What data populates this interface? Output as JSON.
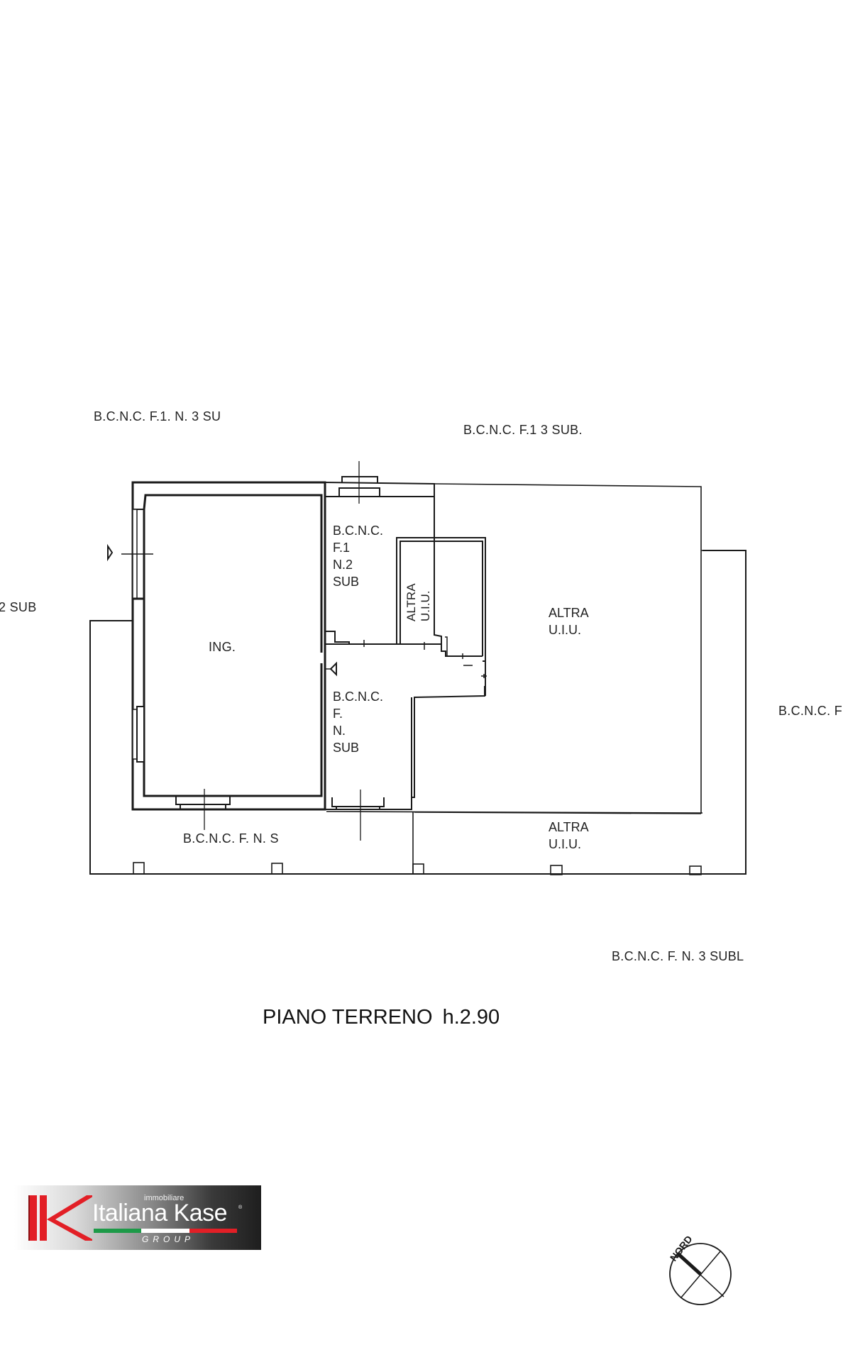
{
  "plan": {
    "title": "PIANO TERRENO",
    "height_label": "h.2.90",
    "rooms": {
      "main": "ING.",
      "bcnc_upper": [
        "B.C.N.C.",
        "F.1",
        "N.2",
        "SUB"
      ],
      "bcnc_lower": [
        "B.C.N.C.",
        "F.",
        "N.",
        "SUB"
      ],
      "altra_small": [
        "ALTRA",
        "U.I.U."
      ],
      "altra_large": [
        "ALTRA",
        "U.I.U."
      ],
      "altra_bottom": [
        "ALTRA",
        "U.I.U."
      ]
    },
    "exterior_labels": {
      "top_left": "B.C.N.C. F.1.  N.   3 SU",
      "top_right": "B.C.N.C. F.1       3 SUB.",
      "left": "2   SUB",
      "right": "B.C.N.C. F",
      "bottom_inner": "B.C.N.C. F.     N.    S",
      "bottom_right": "B.C.N.C. F.    N.    3 SUBL"
    },
    "compass_label": "NORD"
  },
  "logo": {
    "subtitle": "immobiliare",
    "name": "Italiana Kase",
    "reg": "®",
    "group": "GROUP",
    "colors": {
      "red": "#e21f26",
      "green": "#1d9a48",
      "white": "#ffffff"
    }
  }
}
